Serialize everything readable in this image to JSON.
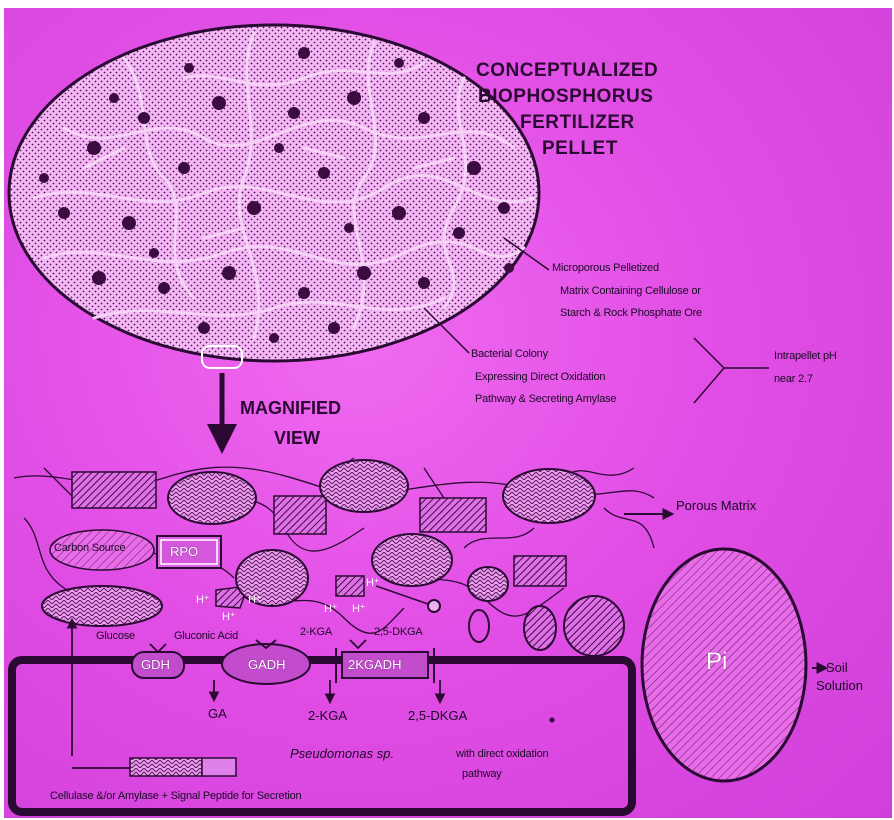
{
  "title": {
    "line1": "CONCEPTUALIZED",
    "line2": "BIOPHOSPHORUS",
    "line3": "FERTILIZER",
    "line4": "PELLET"
  },
  "callouts": {
    "matrix_line1": "Microporous Pelletized",
    "matrix_line2": "Matrix Containing Cellulose or",
    "matrix_line3": "Starch & Rock Phosphate Ore",
    "colony_line1": "Bacterial Colony",
    "colony_line2": "Expressing Direct Oxidation",
    "colony_line3": "Pathway & Secreting Amylase",
    "ph_line1": "Intrapellet pH",
    "ph_line2": "near 2.7"
  },
  "magnified": {
    "line1": "MAGNIFIED",
    "line2": "VIEW"
  },
  "labels": {
    "porous_matrix": "Porous Matrix",
    "carbon_source": "Carbon Source",
    "rpo": "RPO",
    "soil_line1": "Soil",
    "soil_line2": "Solution",
    "pi": "Pi",
    "h_plus": "H⁺"
  },
  "pathway": {
    "glucose": "Glucose",
    "gluconic_acid": "Gluconic Acid",
    "kga_top": "2-KGA",
    "dkga_top": "2,5-DKGA",
    "gdh": "GDH",
    "gadh": "GADH",
    "kgadh": "2KGADH",
    "ga_out": "GA",
    "kga_out": "2-KGA",
    "dkga_out": "2,5-DKGA"
  },
  "cell": {
    "organism": "Pseudomonas sp.",
    "direct_line1": "with direct oxidation",
    "direct_line2": "pathway",
    "secretion": "Cellulase  &/or  Amylase + Signal Peptide for Secretion"
  },
  "colors": {
    "background": "#e24fe6",
    "ink": "#2a0a32",
    "fill_light": "#f2a2f2",
    "fill_dark": "#6a1f6e"
  }
}
